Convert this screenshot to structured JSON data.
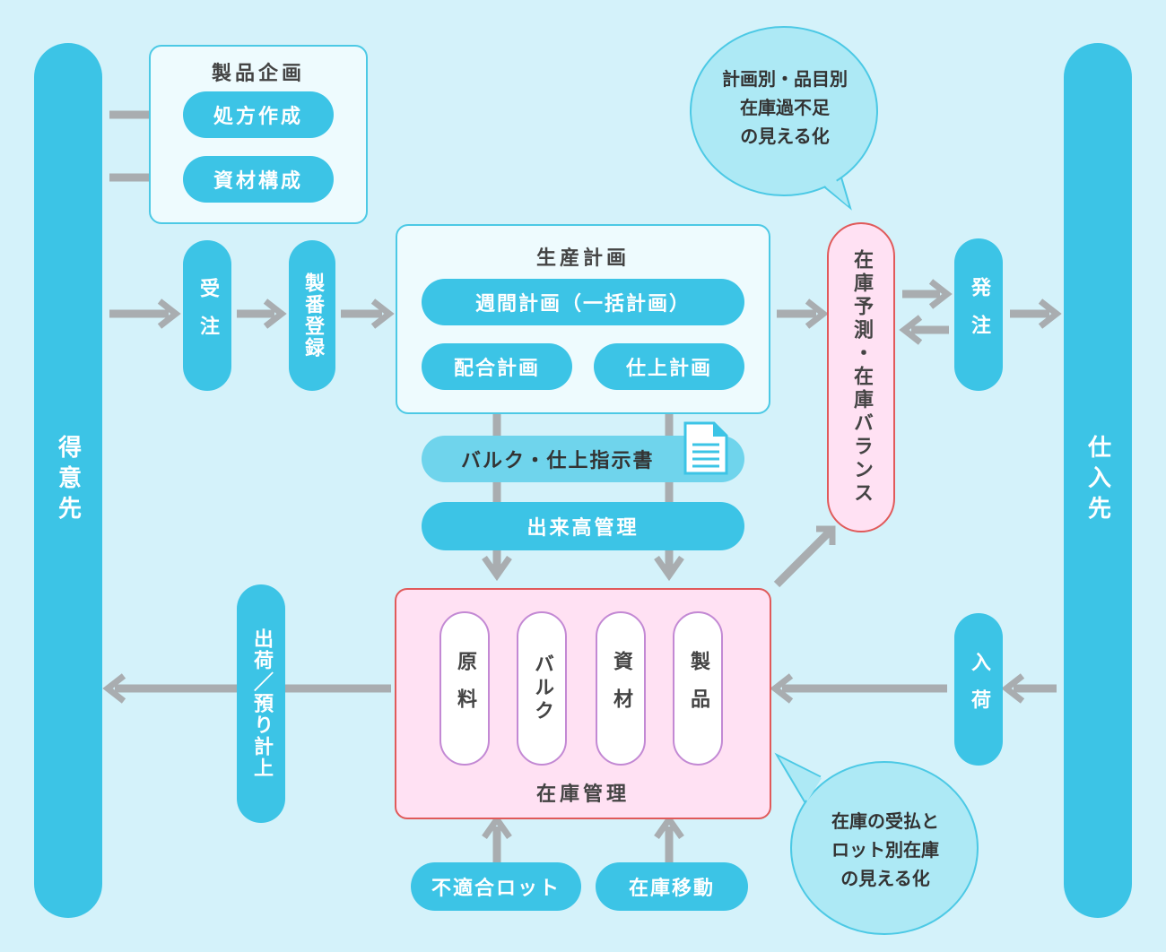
{
  "left_party": "得意先",
  "right_party": "仕入先",
  "product_planning": {
    "title": "製品企画",
    "items": [
      "処方作成",
      "資材構成"
    ]
  },
  "order": "受注",
  "manufacturing_register": "製番登録",
  "production_plan": {
    "title": "生産計画",
    "weekly": "週間計画（一括計画）",
    "mix": "配合計画",
    "finish": "仕上計画"
  },
  "instruction": "バルク・仕上指示書",
  "output_management": "出来高管理",
  "forecast": "在庫予測・在庫バランス",
  "purchase_order": "発注",
  "receiving": "入荷",
  "shipping": "出荷／預り計上",
  "inventory": {
    "title": "在庫管理",
    "items": [
      "原料",
      "バルク",
      "資材",
      "製品"
    ]
  },
  "nonconforming": "不適合ロット",
  "transfer": "在庫移動",
  "bubble_top": [
    "計画別・品目別",
    "在庫過不足",
    "の見える化"
  ],
  "bubble_bottom": [
    "在庫の受払と",
    "ロット別在庫",
    "の見える化"
  ],
  "colors": {
    "background": "#d4f2fa",
    "pill": "#3cc4e6",
    "arrow": "#a9adb0",
    "pink": "#ffe1f3",
    "red_border": "#e05a5a"
  }
}
